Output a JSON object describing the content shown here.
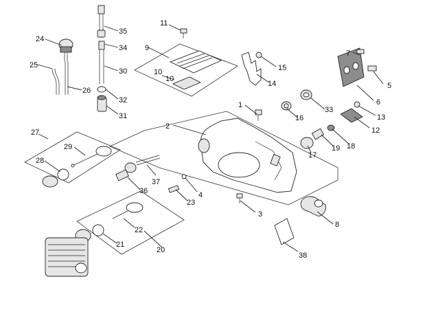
{
  "callouts": [
    "1",
    "2",
    "3",
    "4",
    "5",
    "6",
    "7",
    "8",
    "9",
    "10",
    "10",
    "11",
    "12",
    "13",
    "14",
    "15",
    "16",
    "17",
    "18",
    "19",
    "20",
    "21",
    "22",
    "23",
    "24",
    "25",
    "26",
    "27",
    "28",
    "29",
    "30",
    "31",
    "32",
    "33",
    "34",
    "35",
    "36",
    "37",
    "38"
  ]
}
